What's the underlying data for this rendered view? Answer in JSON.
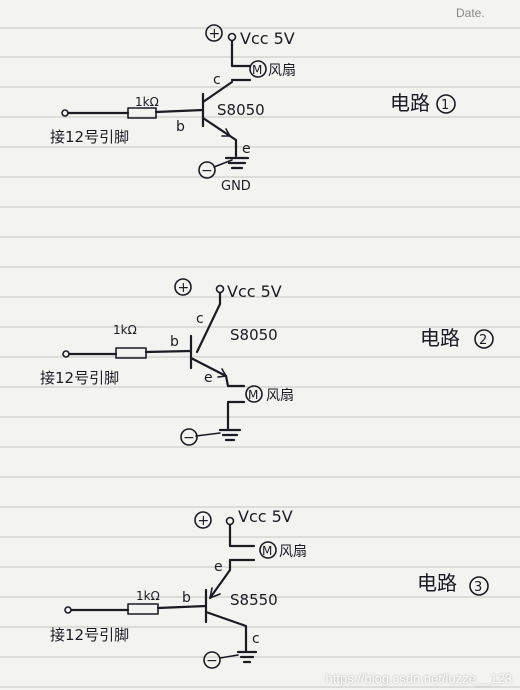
{
  "page": {
    "date_label": "Date."
  },
  "circuits": [
    {
      "title_label": "电路",
      "number_label": "1",
      "plus_symbol": "+",
      "minus_symbol": "−",
      "vcc_label": "Vcc 5V",
      "resistor_label": "1kΩ",
      "transistor_label": "S8050",
      "base_label": "b",
      "collector_label": "c",
      "emitter_label": "e",
      "motor_symbol": "M",
      "motor_label": "风扇",
      "pin_label": "接12号引脚",
      "ground_label": "GND"
    },
    {
      "title_label": "电路",
      "number_label": "2",
      "plus_symbol": "+",
      "minus_symbol": "−",
      "vcc_label": "Vcc 5V",
      "resistor_label": "1kΩ",
      "transistor_label": "S8050",
      "base_label": "b",
      "collector_label": "c",
      "emitter_label": "e",
      "motor_symbol": "M",
      "motor_label": "风扇",
      "pin_label": "接12号引脚"
    },
    {
      "title_label": "电路",
      "number_label": "3",
      "plus_symbol": "+",
      "minus_symbol": "−",
      "vcc_label": "Vcc 5V",
      "resistor_label": "1kΩ",
      "transistor_label": "S8550",
      "base_label": "b",
      "collector_label": "c",
      "emitter_label": "e",
      "motor_symbol": "M",
      "motor_label": "风扇",
      "pin_label": "接12号引脚"
    }
  ],
  "watermark": "https://blog.csdn.net/luzze__123"
}
